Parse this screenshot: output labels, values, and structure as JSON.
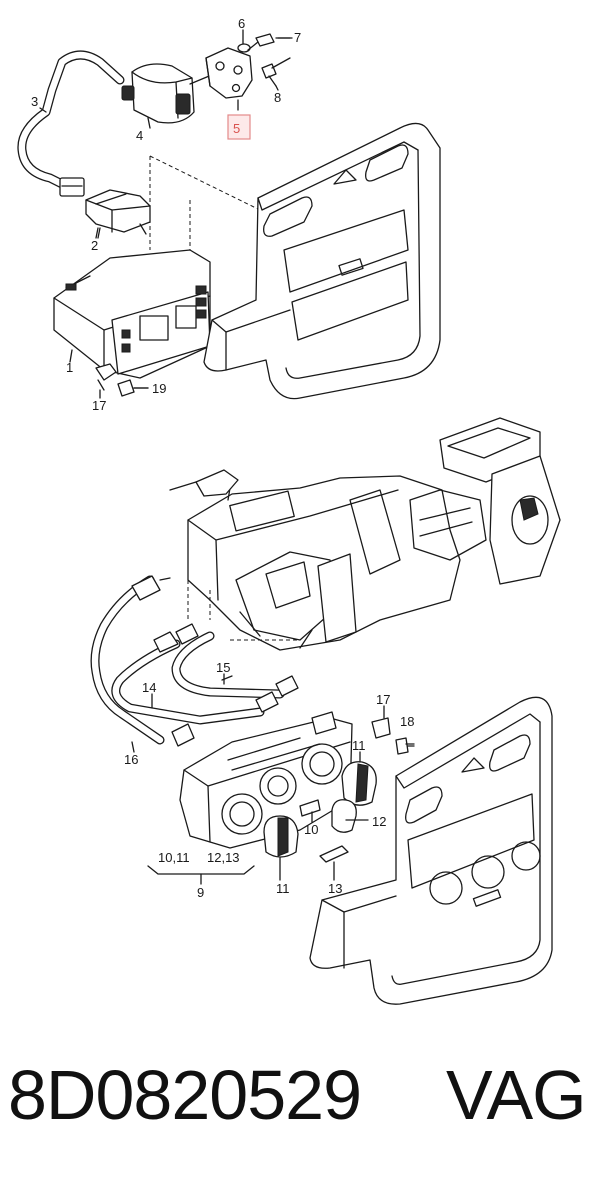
{
  "diagram": {
    "top_callouts": [
      "1",
      "2",
      "3",
      "4",
      "5",
      "6",
      "7",
      "8",
      "17",
      "19"
    ],
    "highlighted_callout": "5",
    "bottom_callouts": [
      "11",
      "12",
      "13",
      "14",
      "15",
      "16",
      "17",
      "18",
      "10",
      "11",
      "12",
      "9"
    ],
    "group_label_left": "10,11",
    "group_label_right": "12,13"
  },
  "footer": {
    "part_number": "8D0820529",
    "brand": "VAG"
  },
  "colors": {
    "line": "#1a1a1a",
    "highlight_fill": "#fde9e9",
    "highlight_stroke": "#e38a8a",
    "highlight_text": "#d9534f"
  }
}
